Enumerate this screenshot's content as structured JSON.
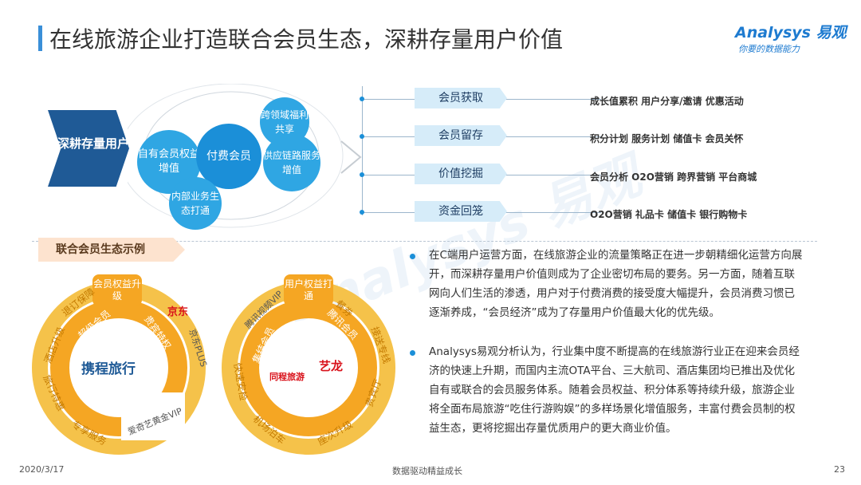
{
  "header": {
    "title": "在线旅游企业打造联合会员生态，深耕存量用户价值",
    "logo_main": "Analysys 易观",
    "logo_sub": "你要的数据能力"
  },
  "diagram": {
    "core_label": "深耕存量用户",
    "center_circle": "付费会员",
    "circles": [
      "跨领域福利共享",
      "自有会员权益增值",
      "供应链路服务增值",
      "内部业务生态打通"
    ],
    "categories": [
      {
        "label": "会员获取",
        "items": "成长值累积  用户分享/邀请  优惠活动"
      },
      {
        "label": "会员留存",
        "items": "积分计划  服务计划  储值卡  会员关怀"
      },
      {
        "label": "价值挖掘",
        "items": "会员分析  O2O营销  跨界营销  平台商城"
      },
      {
        "label": "资金回笼",
        "items": "O2O营销  礼品卡  储值卡  银行购物卡"
      }
    ]
  },
  "examples": {
    "tag": "联合会员生态示例",
    "left": {
      "brand": "携程旅行",
      "top_label": "会员权益升级",
      "outer": [
        "酒店升级",
        "退订保障",
        "旅行特惠",
        "专享服务"
      ],
      "inner": [
        "超级会员",
        "京东PLUS",
        "爱奇艺黄金VIP",
        "贵宾特权"
      ],
      "partner": "京东"
    },
    "right": {
      "brands": [
        "同程旅游",
        "艺龙"
      ],
      "top_label": "用户权益打通",
      "outer": [
        "快速安检",
        "机场泊车",
        "餐券",
        "贵宾厅",
        "座次升级",
        "接送专线"
      ],
      "inner": [
        "腾讯视频VIP",
        "集结会员",
        "腾讯会员"
      ]
    }
  },
  "analysis": {
    "para1": "在C端用户运营方面，在线旅游企业的流量策略正在进一步朝精细化运营方向展开，而深耕存量用户价值则成为了企业密切布局的要务。另一方面，随着互联网向人们生活的渗透，用户对于付费消费的接受度大幅提升，会员消费习惯已逐渐养成，“会员经济”成为了存量用户价值最大化的优先级。",
    "para2": "Analysys易观分析认为，行业集中度不断提高的在线旅游行业正在迎来会员经济的快速上升期，而国内主流OTA平台、三大航司、酒店集团均已推出及优化自有或联合的会员服务体系。随着会员权益、积分体系等持续升级，旅游企业将全面布局旅游“吃住行游购娱”的多样场景化增值服务，丰富付费会员制的权益生态，更将挖掘出存量优质用户的更大商业价值。"
  },
  "footer": {
    "date": "2020/3/17",
    "slogan": "数据驱动精益成长",
    "page": "23"
  },
  "colors": {
    "accent": "#1b8fd8",
    "navy": "#1f5a96",
    "orange": "#f5a623"
  }
}
